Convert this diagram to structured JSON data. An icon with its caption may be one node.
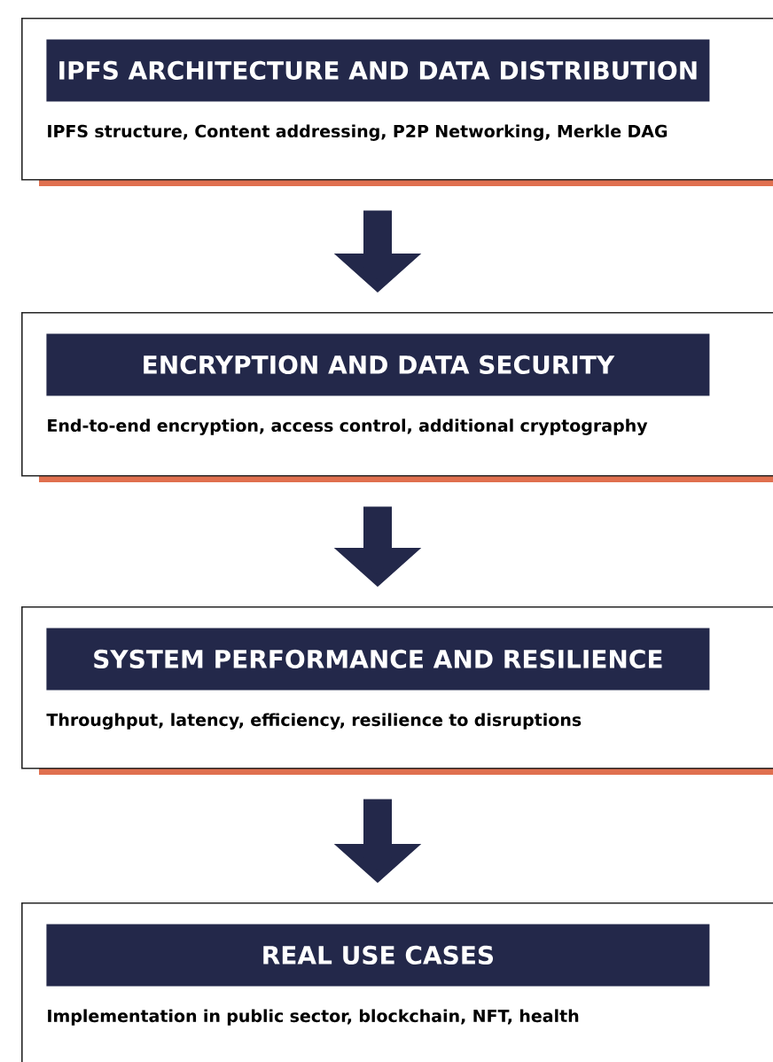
{
  "diagram": {
    "nodes": [
      {
        "text": [
          "IPFS ARCHITECTURE AND DATA DISTRIBUTION",
          "IPFS structure, Content addressing, P2P Networking, Merkle DAG"
        ]
      },
      {
        "text": [
          "ENCRYPTION AND DATA SECURITY",
          "End-to-end encryption, access control, additional cryptography"
        ]
      },
      {
        "text": [
          "SYSTEM PERFORMANCE AND RESILIENCE",
          "Throughput, latency, efficiency, resilience to disruptions"
        ]
      },
      {
        "text": [
          "REAL USE CASES",
          "Implementation in public sector, blockchain, NFT, health"
        ]
      }
    ],
    "edges": [
      {
        "from": 0,
        "to": 1,
        "arrow": "to"
      },
      {
        "from": 1,
        "to": 2,
        "arrow": "to"
      },
      {
        "from": 2,
        "to": 3,
        "arrow": "to"
      }
    ]
  }
}
